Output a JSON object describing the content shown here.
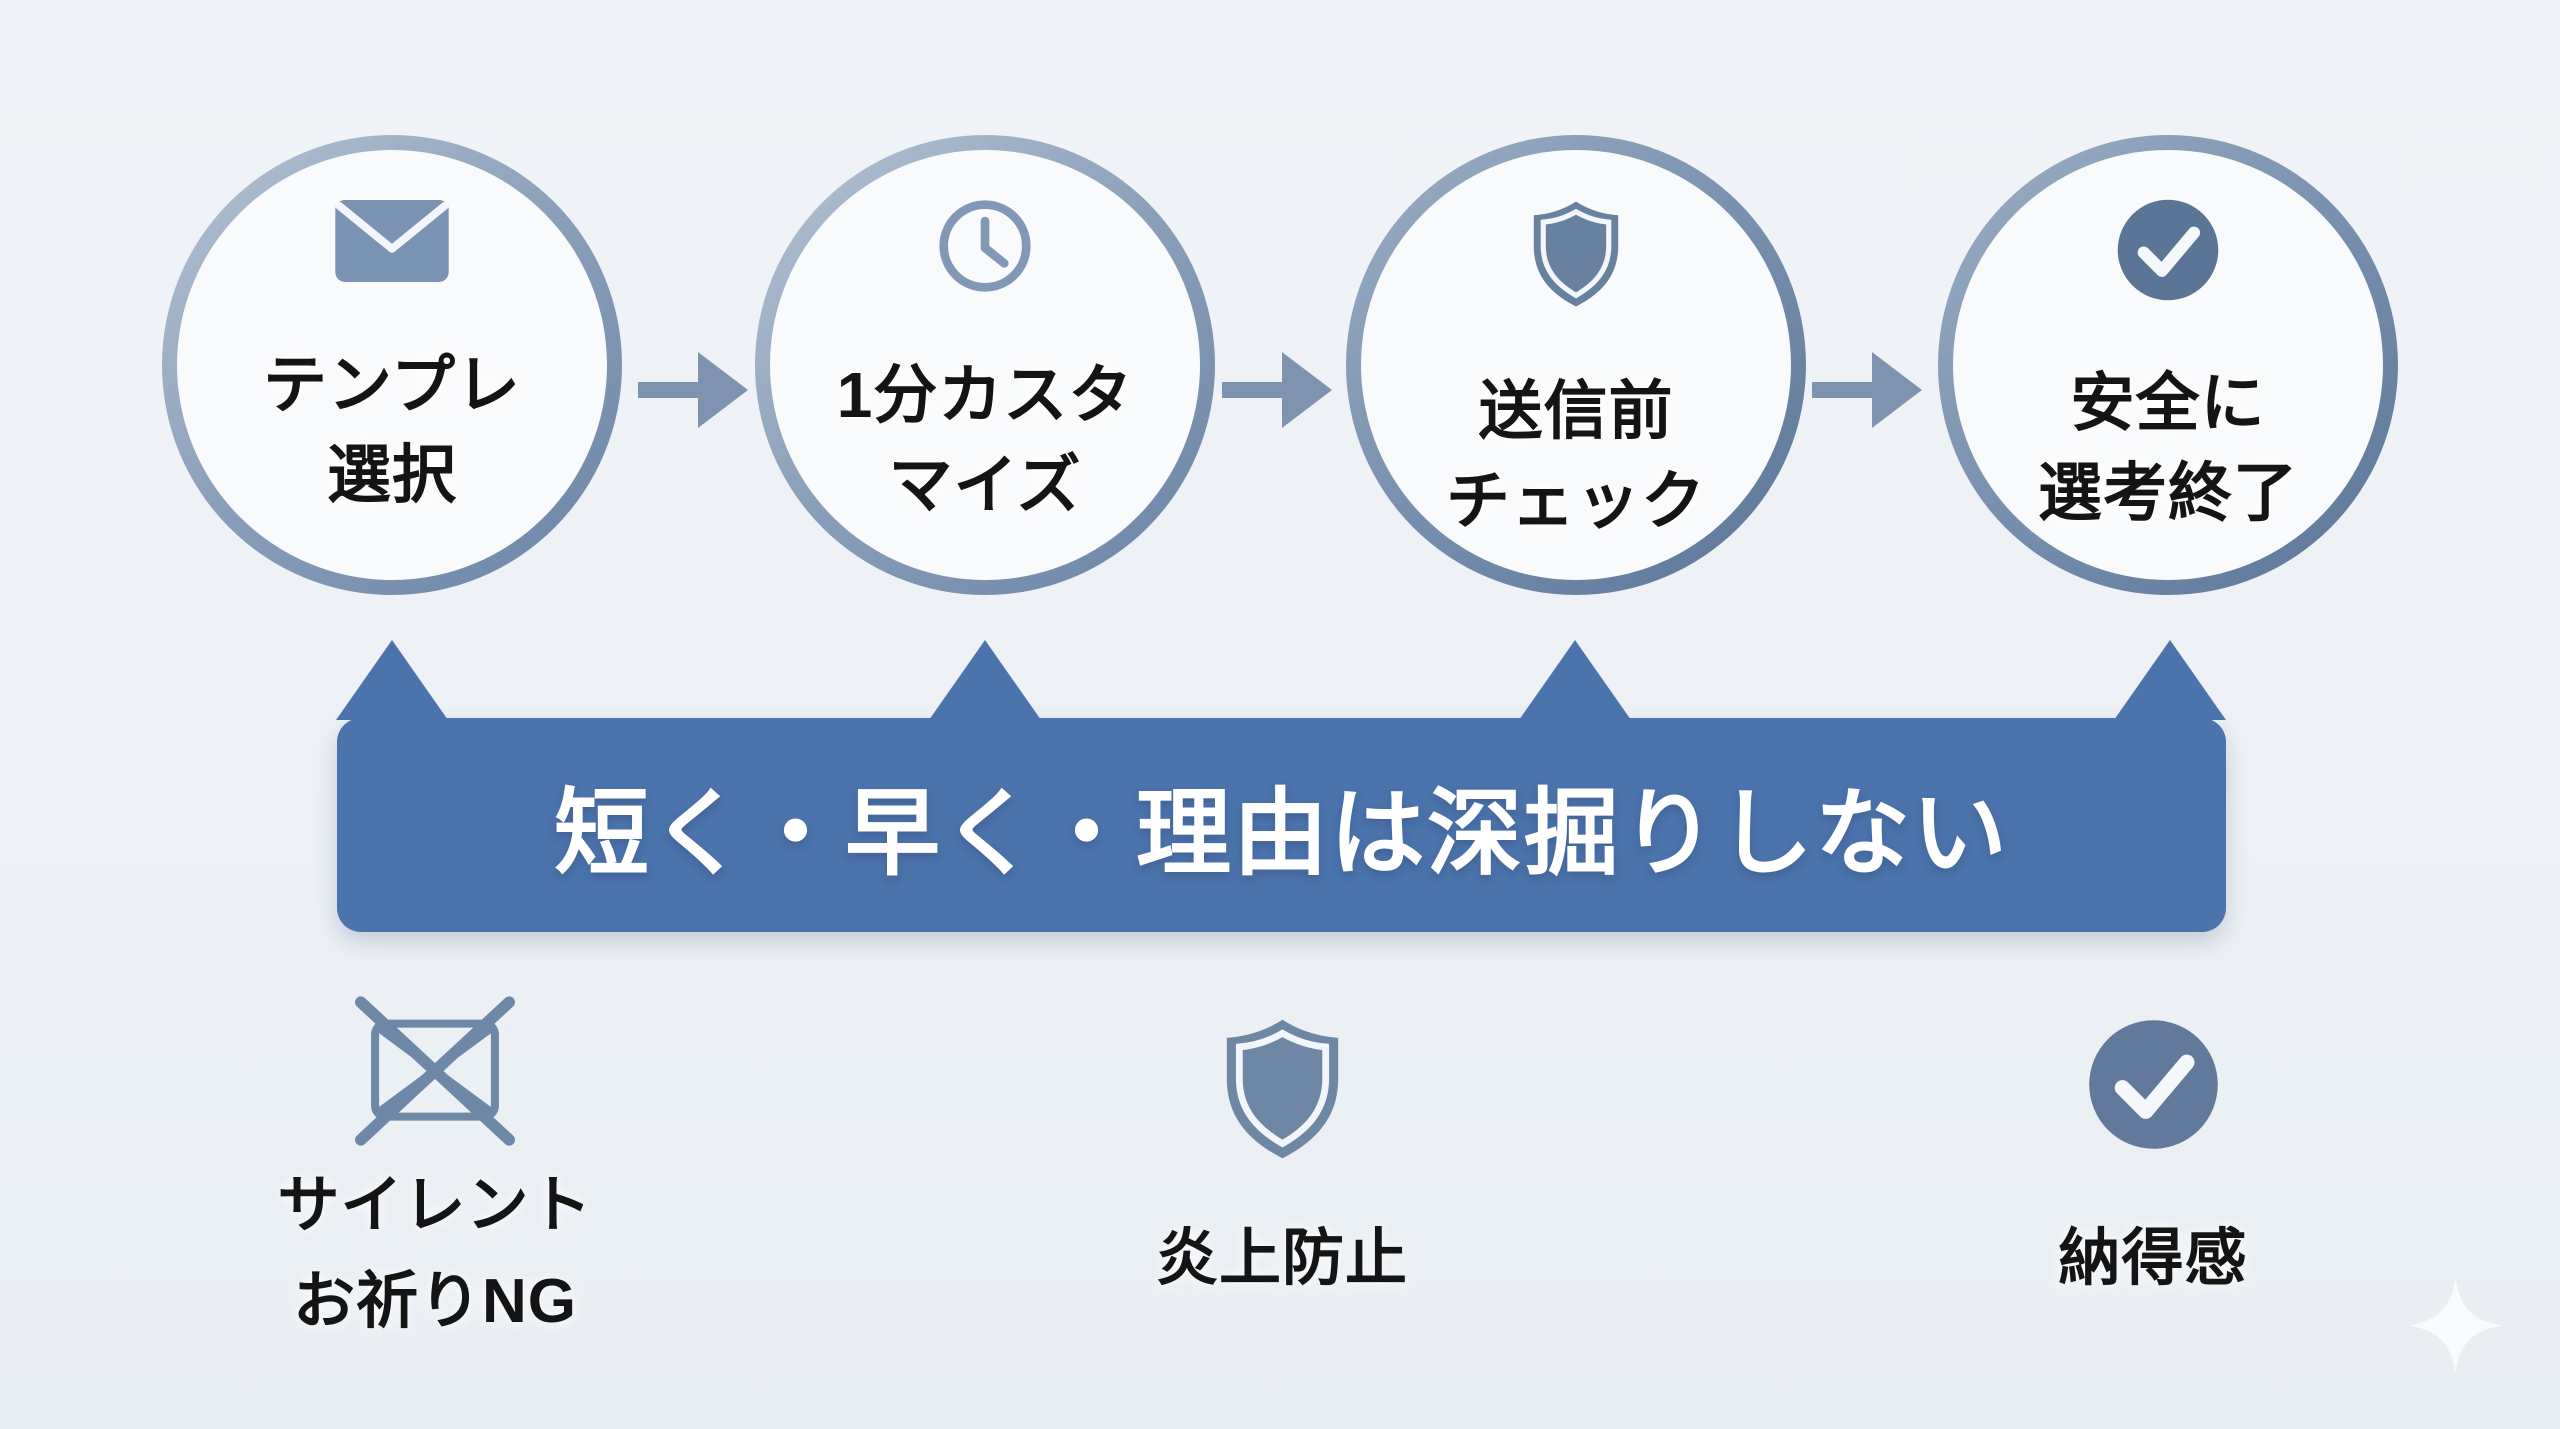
{
  "colors": {
    "background": "#edf1f5",
    "banner_blue": "#4b73ac",
    "ring_slate_light": "#b7c4d5",
    "ring_slate_dark": "#5a7598",
    "icon_slate": "#7b93b3",
    "arrow_slate": "#7e93b0",
    "text_black": "#141414",
    "text_white": "#ffffff"
  },
  "steps": [
    {
      "icon": "envelope-icon",
      "line1": "テンプレ",
      "line2": "選択"
    },
    {
      "icon": "clock-icon",
      "line1": "1分カスタ",
      "line2": "マイズ"
    },
    {
      "icon": "shield-icon",
      "line1": "送信前",
      "line2": "チェック"
    },
    {
      "icon": "check-icon",
      "line1": "安全に",
      "line2": "選考終了"
    }
  ],
  "banner": {
    "text": "短く・早く・理由は深掘りしない"
  },
  "footnotes": [
    {
      "icon": "crossed-envelope-icon",
      "line1": "サイレント",
      "line2": "お祈りNG"
    },
    {
      "icon": "shield-icon",
      "line1": "炎上防止"
    },
    {
      "icon": "check-icon",
      "line1": "納得感"
    }
  ]
}
